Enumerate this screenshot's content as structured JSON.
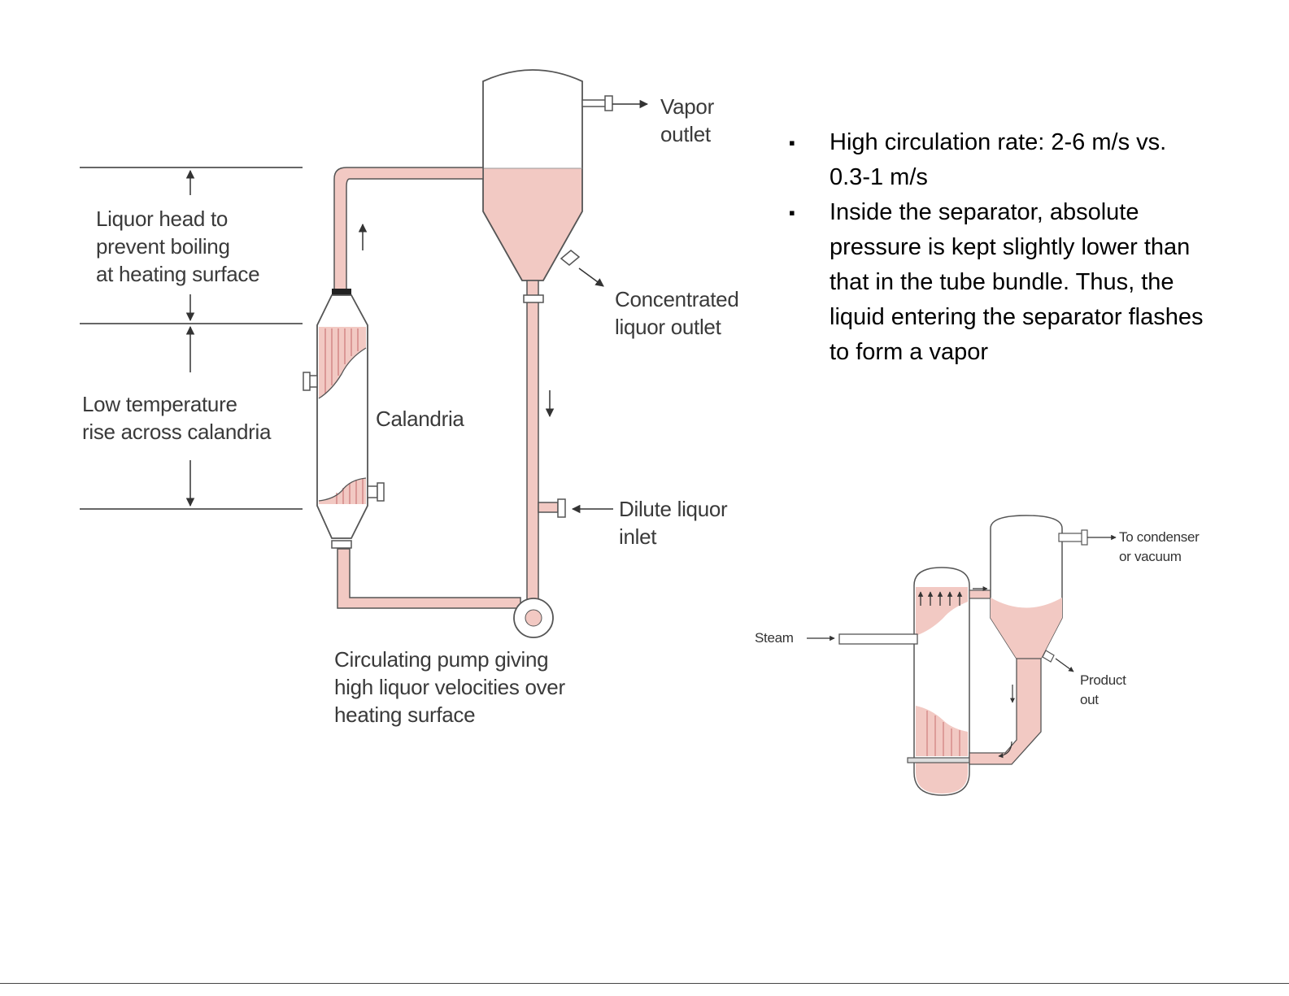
{
  "main_diagram": {
    "labels": {
      "vapor_outlet": "Vapor\noutlet",
      "liquor_head": "Liquor head to\nprevent boiling\nat heating surface",
      "low_temperature": "Low temperature\nrise across calandria",
      "calandria": "Calandria",
      "concentrated_liquor_outlet": "Concentrated\nliquor outlet",
      "dilute_liquor_inlet": "Dilute liquor\ninlet",
      "circulating_pump": "Circulating pump giving\nhigh liquor velocities over\nheating surface"
    }
  },
  "small_diagram": {
    "labels": {
      "to_condenser": "To condenser\nor vacuum",
      "steam": "Steam",
      "product_out": "Product\nout"
    }
  },
  "bullets": [
    {
      "marker": "▪",
      "text": "High circulation rate: 2-6 m/s vs. 0.3-1 m/s"
    },
    {
      "marker": "▪",
      "text": "Inside the separator, absolute pressure is kept slightly lower than that in the tube bundle. Thus, the liquid entering the separator flashes to form a vapor"
    }
  ],
  "colors": {
    "liquor": "#f2c9c3",
    "line": "#555555",
    "text": "#3a3a3a"
  }
}
